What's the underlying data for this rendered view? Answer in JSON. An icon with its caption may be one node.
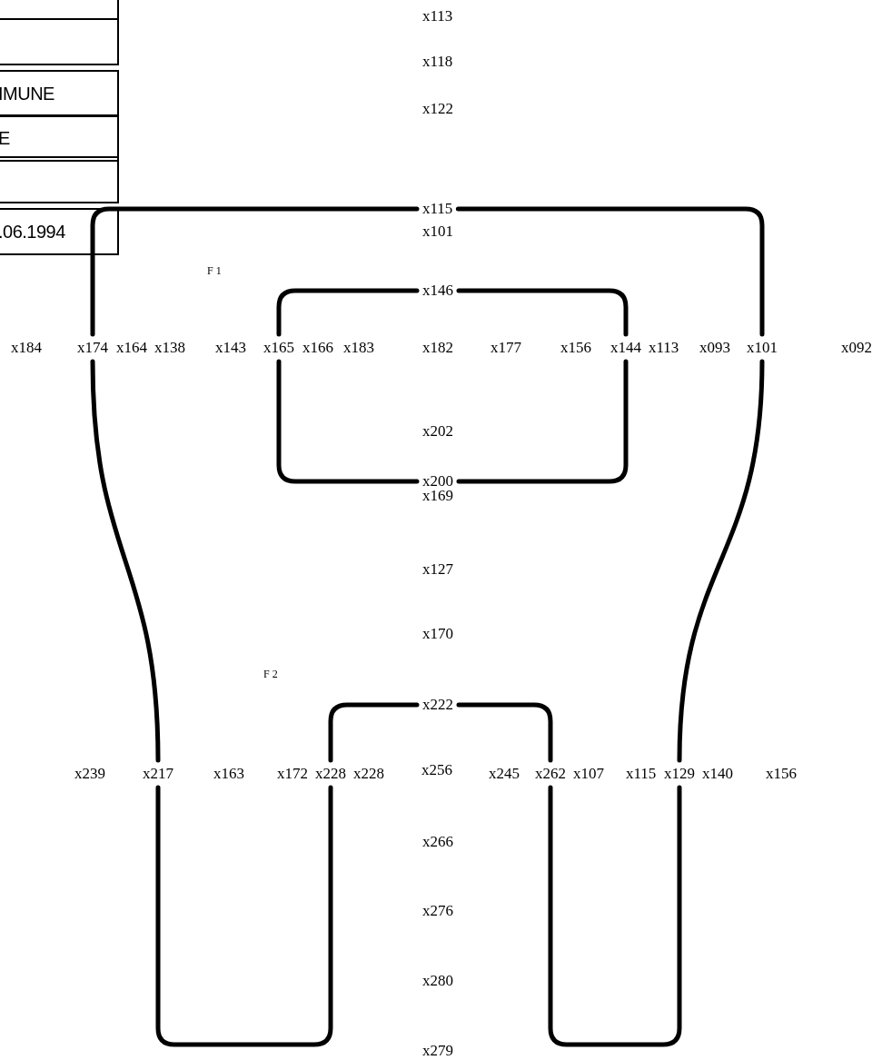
{
  "diagram": {
    "nodes": [
      {
        "text": [
          "x115"
        ]
      },
      {
        "text": [
          "x146"
        ]
      },
      {
        "text": [
          "x174"
        ]
      },
      {
        "text": [
          "x165"
        ]
      },
      {
        "text": [
          "x144"
        ]
      },
      {
        "text": [
          "x101"
        ]
      },
      {
        "text": [
          "x200"
        ]
      },
      {
        "text": [
          "x222"
        ]
      },
      {
        "text": [
          "x217"
        ]
      },
      {
        "text": [
          "x228"
        ]
      },
      {
        "text": [
          "x262"
        ]
      },
      {
        "text": [
          "x129"
        ]
      }
    ],
    "edges": [
      {
        "from": 0,
        "to": 2,
        "arrow": "none"
      },
      {
        "from": 0,
        "to": 5,
        "arrow": "none"
      },
      {
        "from": 1,
        "to": 3,
        "arrow": "none"
      },
      {
        "from": 1,
        "to": 4,
        "arrow": "none"
      },
      {
        "from": 2,
        "to": 8,
        "arrow": "none"
      },
      {
        "from": 3,
        "to": 6,
        "arrow": "none"
      },
      {
        "from": 6,
        "to": 4,
        "arrow": "none"
      },
      {
        "from": 5,
        "to": 11,
        "arrow": "none"
      },
      {
        "from": 9,
        "to": 7,
        "arrow": "none"
      },
      {
        "from": 7,
        "to": 10,
        "arrow": "none"
      },
      {
        "from": 8,
        "to": 9,
        "arrow": "none"
      },
      {
        "from": 10,
        "to": 11,
        "arrow": "none"
      }
    ],
    "labels": [
      "x113",
      "IMUNE",
      "x118",
      "E",
      "x122",
      ".06.1994",
      "x101",
      "F 1",
      "x184",
      "x164",
      "x138",
      "x143",
      "x166",
      "x183",
      "x182",
      "x177",
      "x156",
      "x113",
      "x093",
      "x092",
      "x202",
      "x169",
      "x127",
      "x170",
      "F 2",
      "x239",
      "x163",
      "x172",
      "x228",
      "x256",
      "x245",
      "x107",
      "x115",
      "x140",
      "x156",
      "x266",
      "x276",
      "x280",
      "x279"
    ]
  }
}
